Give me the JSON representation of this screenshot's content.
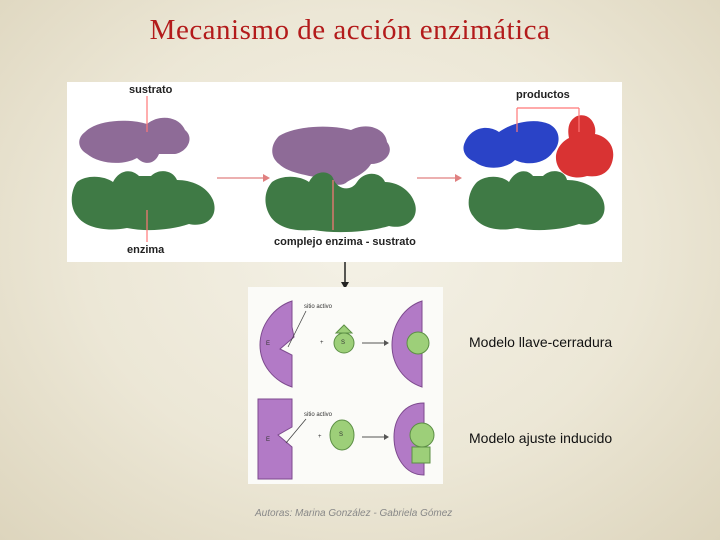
{
  "title": "Mecanismo de acción enzimática",
  "top_figure": {
    "label_substrate": "sustrato",
    "label_products": "productos",
    "label_enzyme": "enzima",
    "label_complex": "complejo enzima - sustrato"
  },
  "bottom_figure": {
    "active_site_label_1": "sitio activo",
    "active_site_label_2": "sitio activo",
    "enzyme_letter": "E",
    "substrate_letter": "S",
    "plus_sign": "+"
  },
  "captions": {
    "lock_key": "Modelo llave-cerradura",
    "induced_fit": "Modelo ajuste inducido"
  },
  "footer": {
    "authors": "Autoras: Marina González - Gabriela Gómez"
  },
  "colors": {
    "title": "#b31b1b",
    "substrate": "#8e6b97",
    "enzyme": "#3f7a45",
    "product_blue": "#2a43c7",
    "product_red": "#d93333",
    "enzyme_purple": "#b27ac6",
    "substrate_green": "#9dcf79"
  }
}
